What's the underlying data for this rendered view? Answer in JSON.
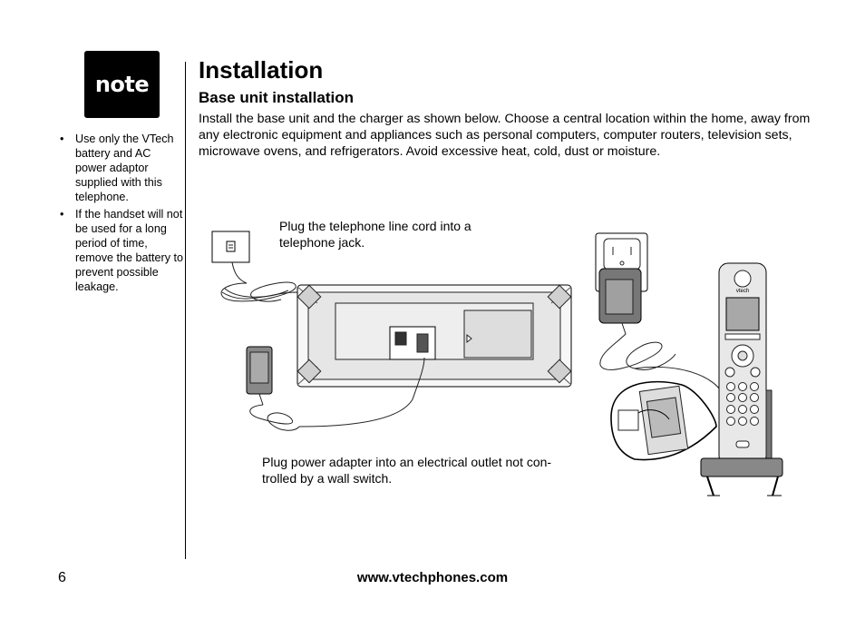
{
  "sidebar": {
    "note_label": "note",
    "bullets": [
      "Use only the VTech battery and AC power adaptor supplied with this telephone.",
      "If the handset will not be used for a long period of time, remove the battery to prevent possible leakage."
    ]
  },
  "main": {
    "title": "Installation",
    "subtitle": "Base unit installation",
    "intro": "Install the base unit and the charger as shown below. Choose a central location within the home, away from any electronic equipment and appliances such as personal computers, computer routers, television sets, microwave ovens, and refrigerators. Avoid excessive heat, cold, dust or moisture.",
    "callout_phone_line": "Plug the telephone line cord into a telephone jack.",
    "callout_power": "Plug power adapter into an electrical outlet not con-trolled by a wall switch."
  },
  "figure": {
    "handset_brand": "vtech"
  },
  "footer": {
    "page_number": "6",
    "website": "www.vtechphones.com"
  }
}
